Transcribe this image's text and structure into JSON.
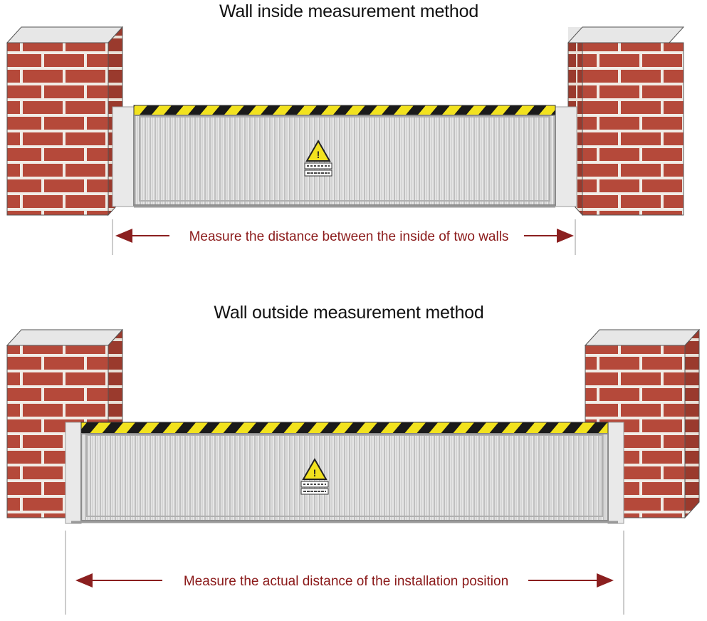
{
  "diagrams": [
    {
      "title": "Wall inside measurement method",
      "measure_label": "Measure the distance between the inside of two walls"
    },
    {
      "title": "Wall outside measurement method",
      "measure_label": "Measure the actual distance of the installation position"
    }
  ],
  "colors": {
    "brick": "#b5493a",
    "mortar": "#f1ece6",
    "wall_top": "#e7e7e7",
    "stripe_yellow": "#f2e21e",
    "stripe_black": "#1a1a1a",
    "gate_panel": "#dcdcdc",
    "arrow_red": "#8b1f1f",
    "label_red": "#8b1a1a"
  },
  "icons": [
    "brick-pillar",
    "warning-triangle-sign",
    "double-headed-arrow"
  ]
}
